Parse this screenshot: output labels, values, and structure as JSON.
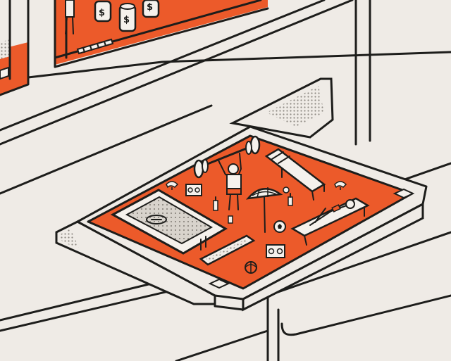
{
  "palette": {
    "background": "#efebe6",
    "accent": "#ec5a2a",
    "ink": "#1d1d1b",
    "dots": "#9a958f"
  },
  "shelf_labels": {
    "coin_symbol": "$"
  },
  "icons": [
    "shelf-drawer",
    "swimming-pool",
    "weightlifter",
    "barbell",
    "sun-lounger",
    "sunbather",
    "beach-umbrella",
    "radio",
    "soccer-ball",
    "beach-ball",
    "bottle",
    "bird",
    "coin-jar",
    "standing-figure"
  ]
}
